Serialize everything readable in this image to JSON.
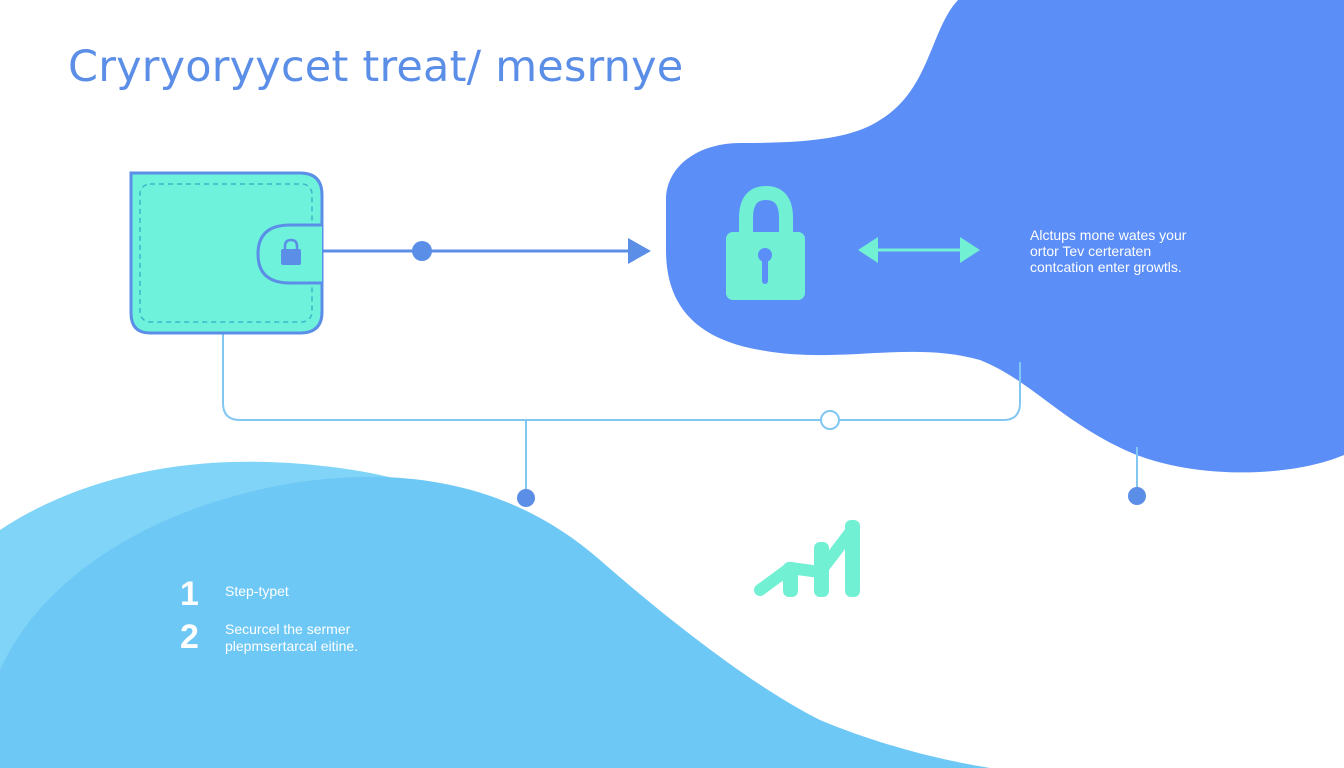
{
  "title": "Cryryoryycet treat/ mesrnye",
  "description": {
    "line1": "Alctups mone wates your",
    "line2": "ortor Tev certeraten",
    "line3": "contcation enter growtls."
  },
  "steps": [
    {
      "number": "1",
      "line1": "Step-typet",
      "line2": ""
    },
    {
      "number": "2",
      "line1": "Securcel the sermer",
      "line2": "plepmsertarcal eitine."
    }
  ],
  "colors": {
    "title": "#5b8ee6",
    "blob_blue": "#5c8ef7",
    "wave_front": "#6ec8f5",
    "wave_back": "#7fd4f7",
    "wallet_fill": "#6ff2dc",
    "outline": "#5b8ee6",
    "mint": "#72f0d4",
    "connector": "#82c6f2",
    "node": "#5b8ee6"
  },
  "icons": {
    "wallet": "wallet-icon",
    "small_lock": "lock-icon",
    "padlock": "padlock-icon",
    "double_arrow": "double-arrow-icon",
    "growth_chart": "growth-chart-icon",
    "flow_arrow": "arrow-right-icon"
  }
}
